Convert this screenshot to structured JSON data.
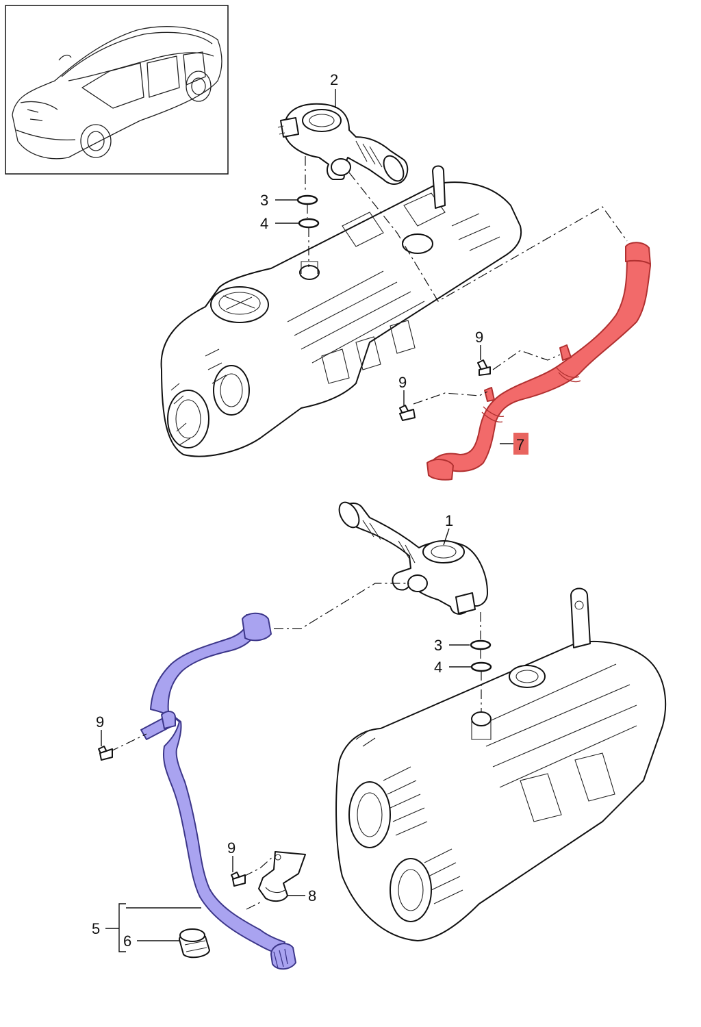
{
  "callouts": {
    "c1": "1",
    "c2": "2",
    "c3_top": "3",
    "c4_top": "4",
    "c3_bottom": "3",
    "c4_bottom": "4",
    "c5": "5",
    "c6": "6",
    "c7": "7",
    "c8": "8",
    "c9_a": "9",
    "c9_b": "9",
    "c9_c": "9",
    "c9_d": "9"
  },
  "colors": {
    "highlight_red": "#f26a6a",
    "highlight_blue": "#a9a3f0",
    "callout_box_7": "#e8645f"
  },
  "icons": {
    "vehicle_thumbnail": "sedan-car-icon"
  }
}
